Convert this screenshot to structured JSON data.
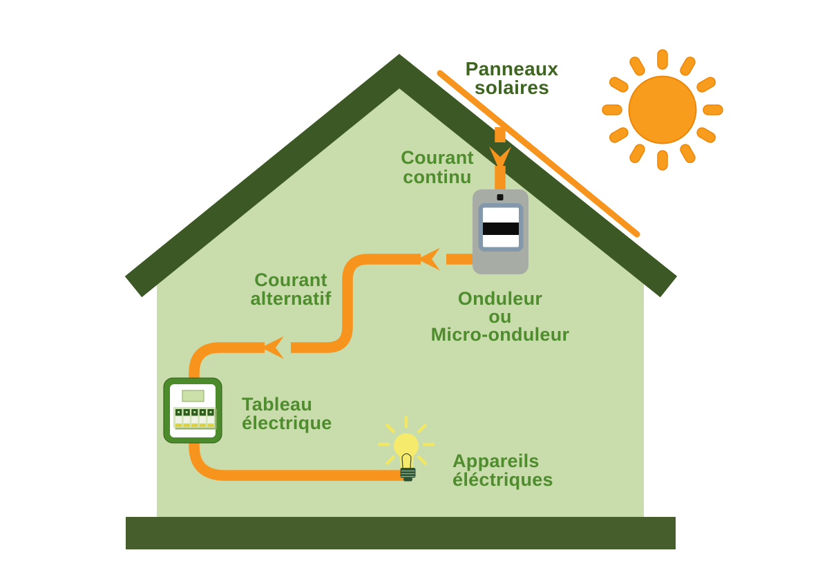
{
  "labels": {
    "solar_panels": {
      "line1": "Panneaux",
      "line2": "solaires"
    },
    "dc_current": {
      "line1": "Courant",
      "line2": "continu"
    },
    "inverter": {
      "line1": "Onduleur",
      "line2": "ou",
      "line3": "Micro-onduleur"
    },
    "ac_current": {
      "line1": "Courant",
      "line2": "alternatif"
    },
    "electrical_panel": {
      "line1": "Tableau",
      "line2": "électrique"
    },
    "appliances": {
      "line1": "Appareils",
      "line2": "éléctriques"
    }
  },
  "colors": {
    "background": "#ffffff",
    "wall": "#c9dcab",
    "roof": "#3c5824",
    "ground": "#455e2b",
    "pipe_orange": "#f7941e",
    "sun_fill": "#f89c1e",
    "sun_outline": "#ec8607",
    "label_green": "#4e8c2e",
    "label_dark_green": "#3e651f",
    "inverter_body": "#a7ada5",
    "inverter_screen_frame": "#8498ab",
    "inverter_screen_band": "#0c0c0c",
    "panel_frame_green": "#4c8b2b",
    "panel_display": "#cbe0ab",
    "breaker_dark": "#2e5c1e",
    "breaker_yellow": "#ded33f",
    "bulb_yellow": "#f5ea6c",
    "bulb_base_green": "#2d5233"
  }
}
